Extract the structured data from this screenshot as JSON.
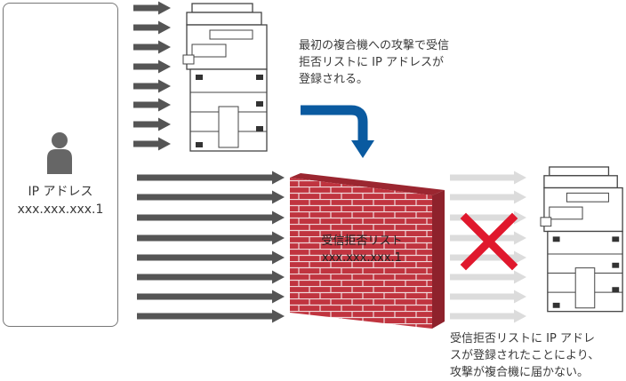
{
  "attacker": {
    "label": "IP アドレス\nxxx.xxx.xxx.1",
    "icon": "person-icon"
  },
  "first_printer_caption": "最初の複合機への攻撃で受信\n拒否リストに IP アドレスが\n登録される。",
  "firewall": {
    "label": "受信拒否リスト\nxxx.xxx.xxx.1",
    "icon": "brick-wall-icon",
    "brick_color": "#c0343f",
    "mortar_color": "#f0d8da"
  },
  "blocked_caption": "受信拒否リストに IP アドレ\nスが登録されたことにより、\n攻撃が複合機に届かない。",
  "colors": {
    "active_arrow": "#555555",
    "blocked_arrow": "#dcdcdc",
    "redirect_arrow": "#0a5aa0",
    "cross": "#e0182d"
  },
  "icons": [
    "printer-icon",
    "arrow-icon",
    "curved-arrow-icon",
    "cross-icon"
  ]
}
